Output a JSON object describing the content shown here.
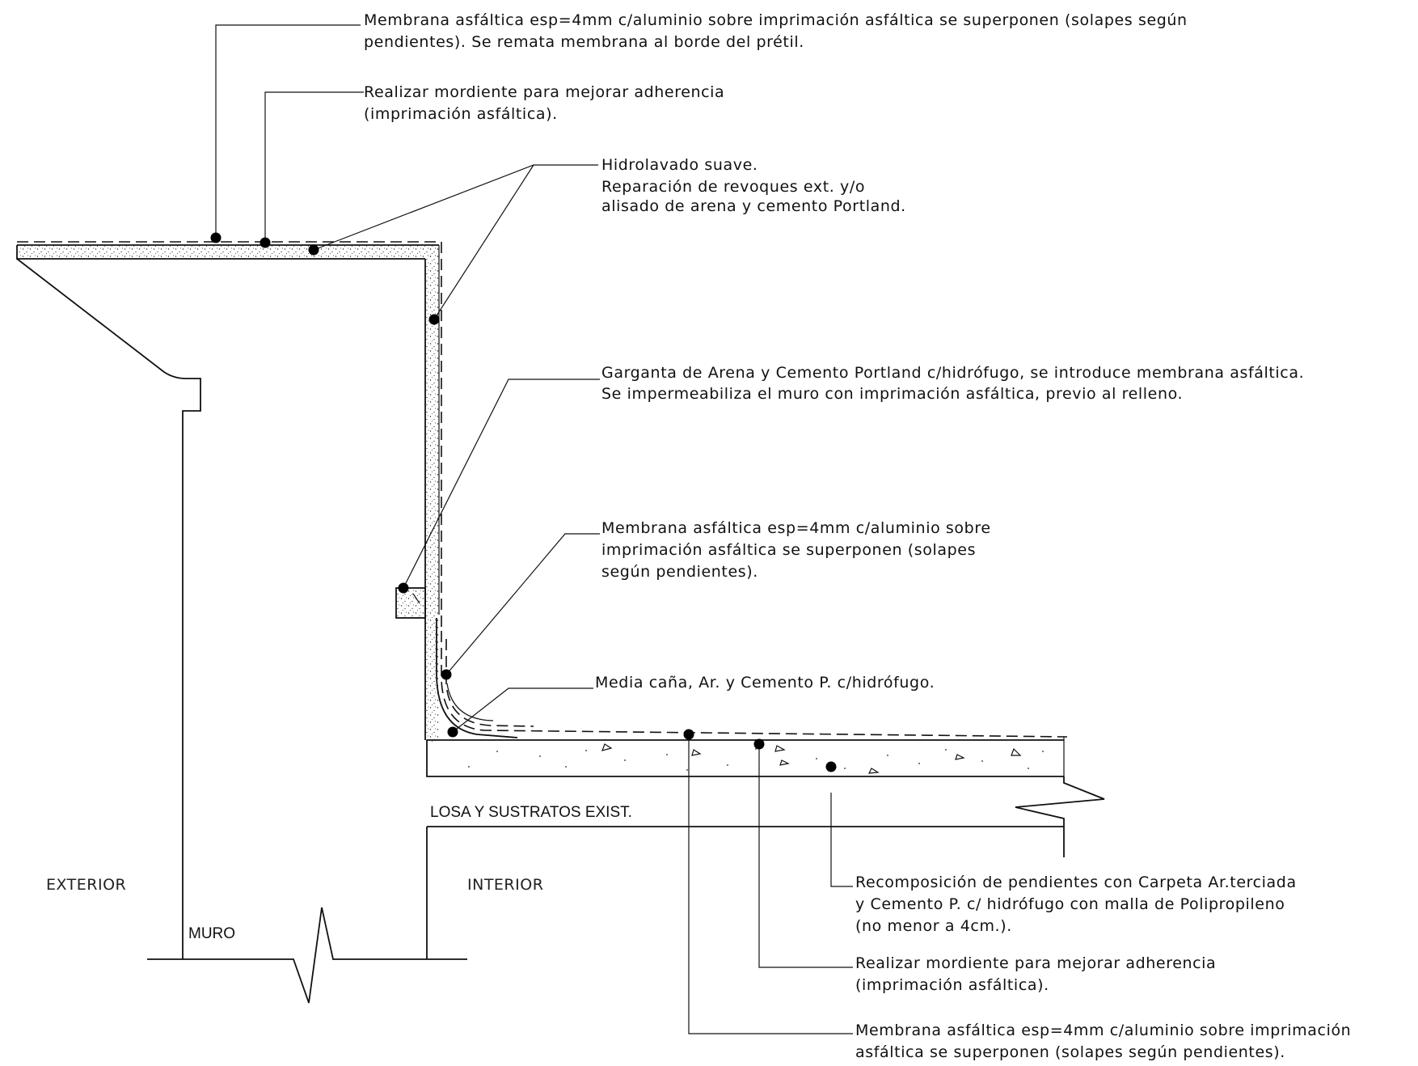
{
  "notes": {
    "top_membrane": {
      "line1": "Membrana asfáltica esp=4mm c/aluminio sobre imprimación asfáltica se superponen (solapes según",
      "line2": "pendientes). Se remata membrana al borde del prétil."
    },
    "top_mordiente": {
      "line1": "Realizar mordiente para mejorar adherencia",
      "line2": "(imprimación asfáltica)."
    },
    "hidrolavado": {
      "line1": "Hidrolavado suave.",
      "line2": "Reparación de revoques ext. y/o",
      "line3": "alisado de arena y cemento Portland."
    },
    "garganta": {
      "line1": "Garganta de Arena y Cemento Portland c/hidrófugo, se introduce membrana asfáltica.",
      "line2": "Se impermeabiliza el muro con imprimación asfáltica, previo al relleno."
    },
    "wall_membrane": {
      "line1": "Membrana asfáltica esp=4mm c/aluminio sobre",
      "line2": "imprimación asfáltica se superponen (solapes",
      "line3": "según pendientes)."
    },
    "media_cana": {
      "line1": "Media caña, Ar. y Cemento P. c/hidrófugo."
    },
    "recomposicion": {
      "line1": "Recomposición de pendientes con Carpeta Ar.terciada",
      "line2": "y Cemento P. c/ hidrófugo con malla de Polipropileno",
      "line3": "(no menor a 4cm.)."
    },
    "floor_mordiente": {
      "line1": "Realizar mordiente para mejorar adherencia",
      "line2": "(imprimación asfáltica)."
    },
    "floor_membrane": {
      "line1": "Membrana asfáltica esp=4mm c/aluminio sobre imprimación",
      "line2": "asfáltica se superponen (solapes según pendientes)."
    }
  },
  "labels": {
    "losa": "LOSA Y SUSTRATOS EXIST.",
    "exterior": "EXTERIOR",
    "interior": "INTERIOR",
    "muro": "MURO"
  }
}
